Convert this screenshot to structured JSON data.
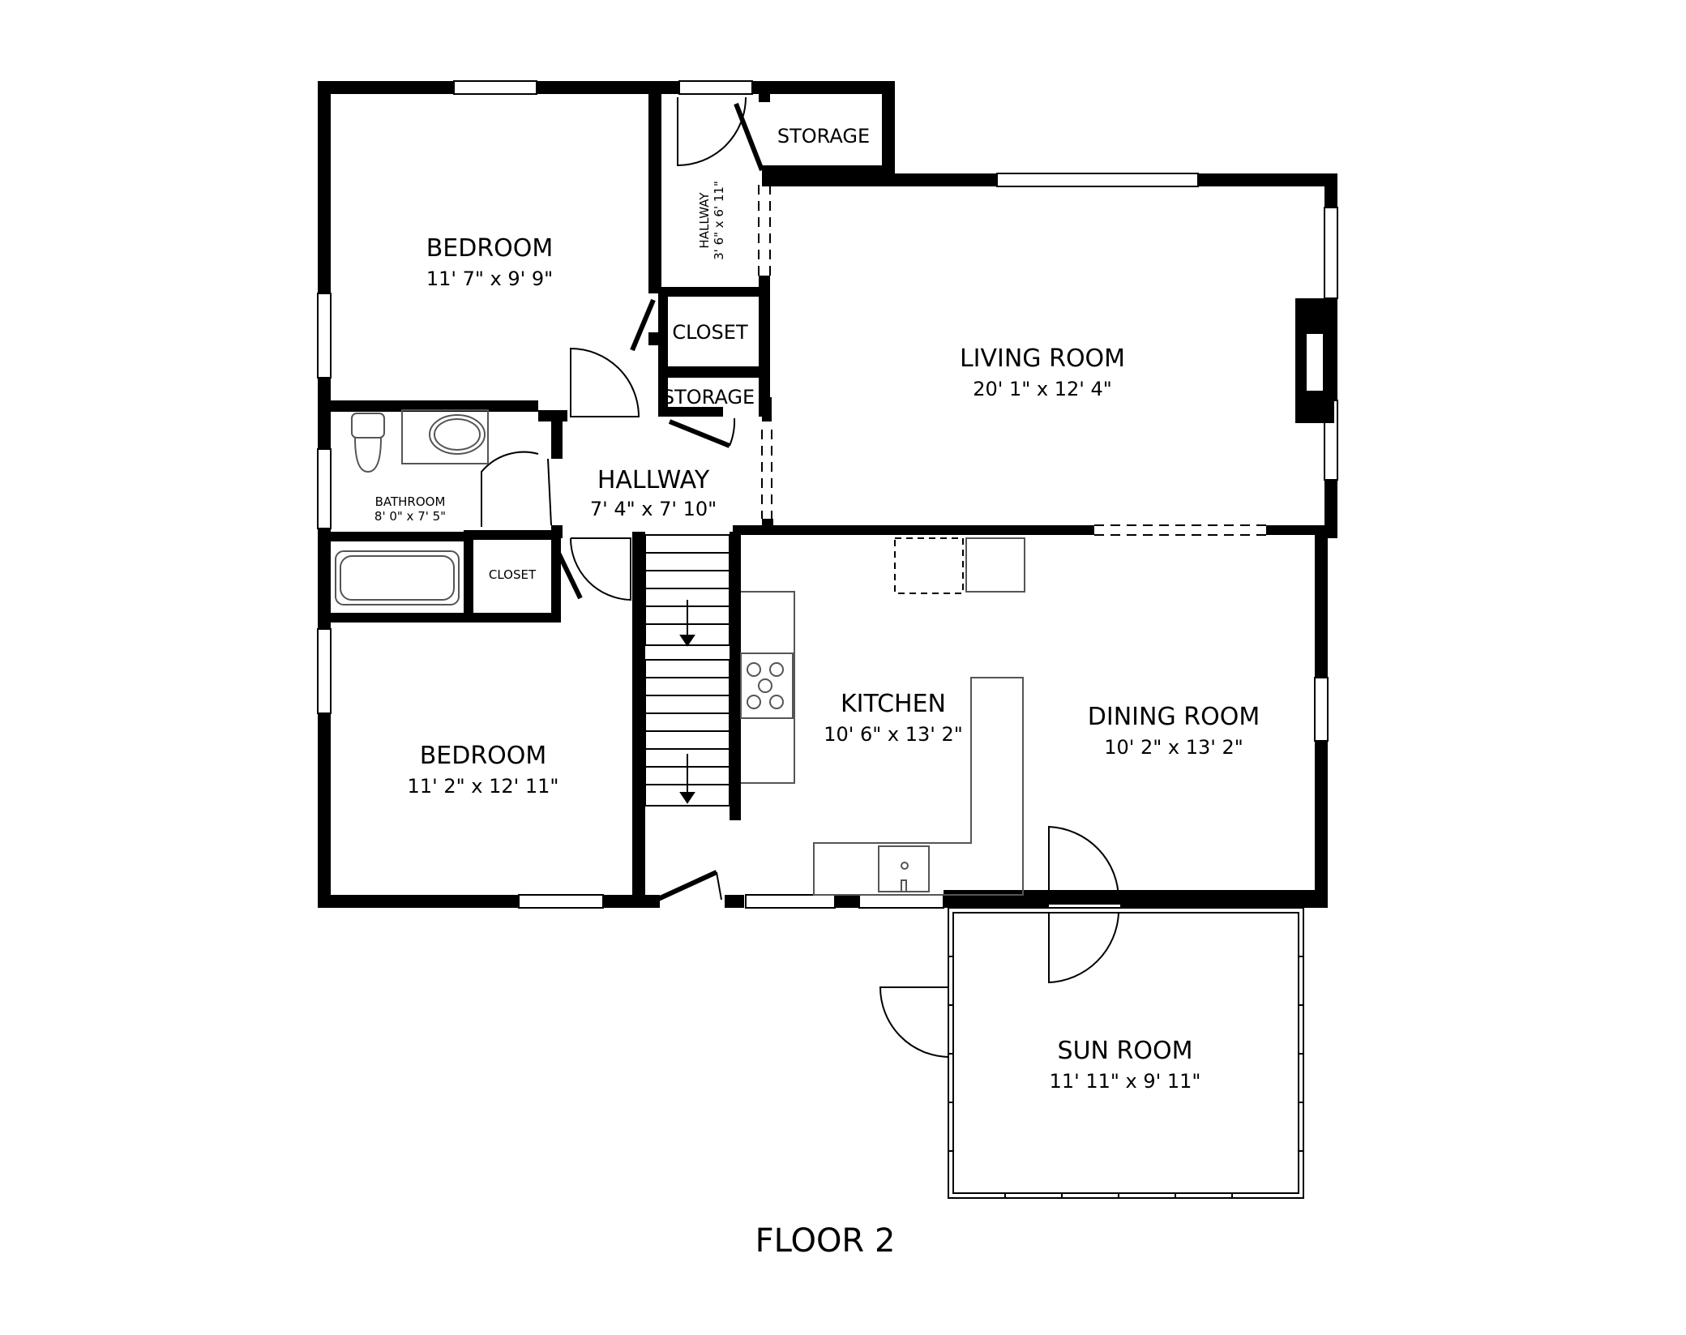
{
  "floor_label": "FLOOR 2",
  "rooms": {
    "bedroom_top": {
      "name": "BEDROOM",
      "dims": "11' 7\" x 9' 9\""
    },
    "bedroom_bottom": {
      "name": "BEDROOM",
      "dims": "11' 2\" x 12' 11\""
    },
    "living_room": {
      "name": "LIVING ROOM",
      "dims": "20' 1\" x 12' 4\""
    },
    "hallway_main": {
      "name": "HALLWAY",
      "dims": "7' 4\" x 7' 10\""
    },
    "hallway_small": {
      "name": "HALLWAY",
      "dims": "3' 6\" x 6' 11\""
    },
    "bathroom": {
      "name": "BATHROOM",
      "dims": "8' 0\" x 7' 5\""
    },
    "kitchen": {
      "name": "KITCHEN",
      "dims": "10' 6\" x 13' 2\""
    },
    "dining_room": {
      "name": "DINING ROOM",
      "dims": "10' 2\" x 13' 2\""
    },
    "sun_room": {
      "name": "SUN ROOM",
      "dims": "11' 11\" x 9' 11\""
    },
    "storage_top": {
      "name": "STORAGE"
    },
    "storage_mid": {
      "name": "STORAGE"
    },
    "closet_upper": {
      "name": "CLOSET"
    },
    "closet_lower": {
      "name": "CLOSET"
    }
  },
  "colors": {
    "wall": "#000000",
    "fixture": "#555555",
    "background": "#ffffff"
  }
}
